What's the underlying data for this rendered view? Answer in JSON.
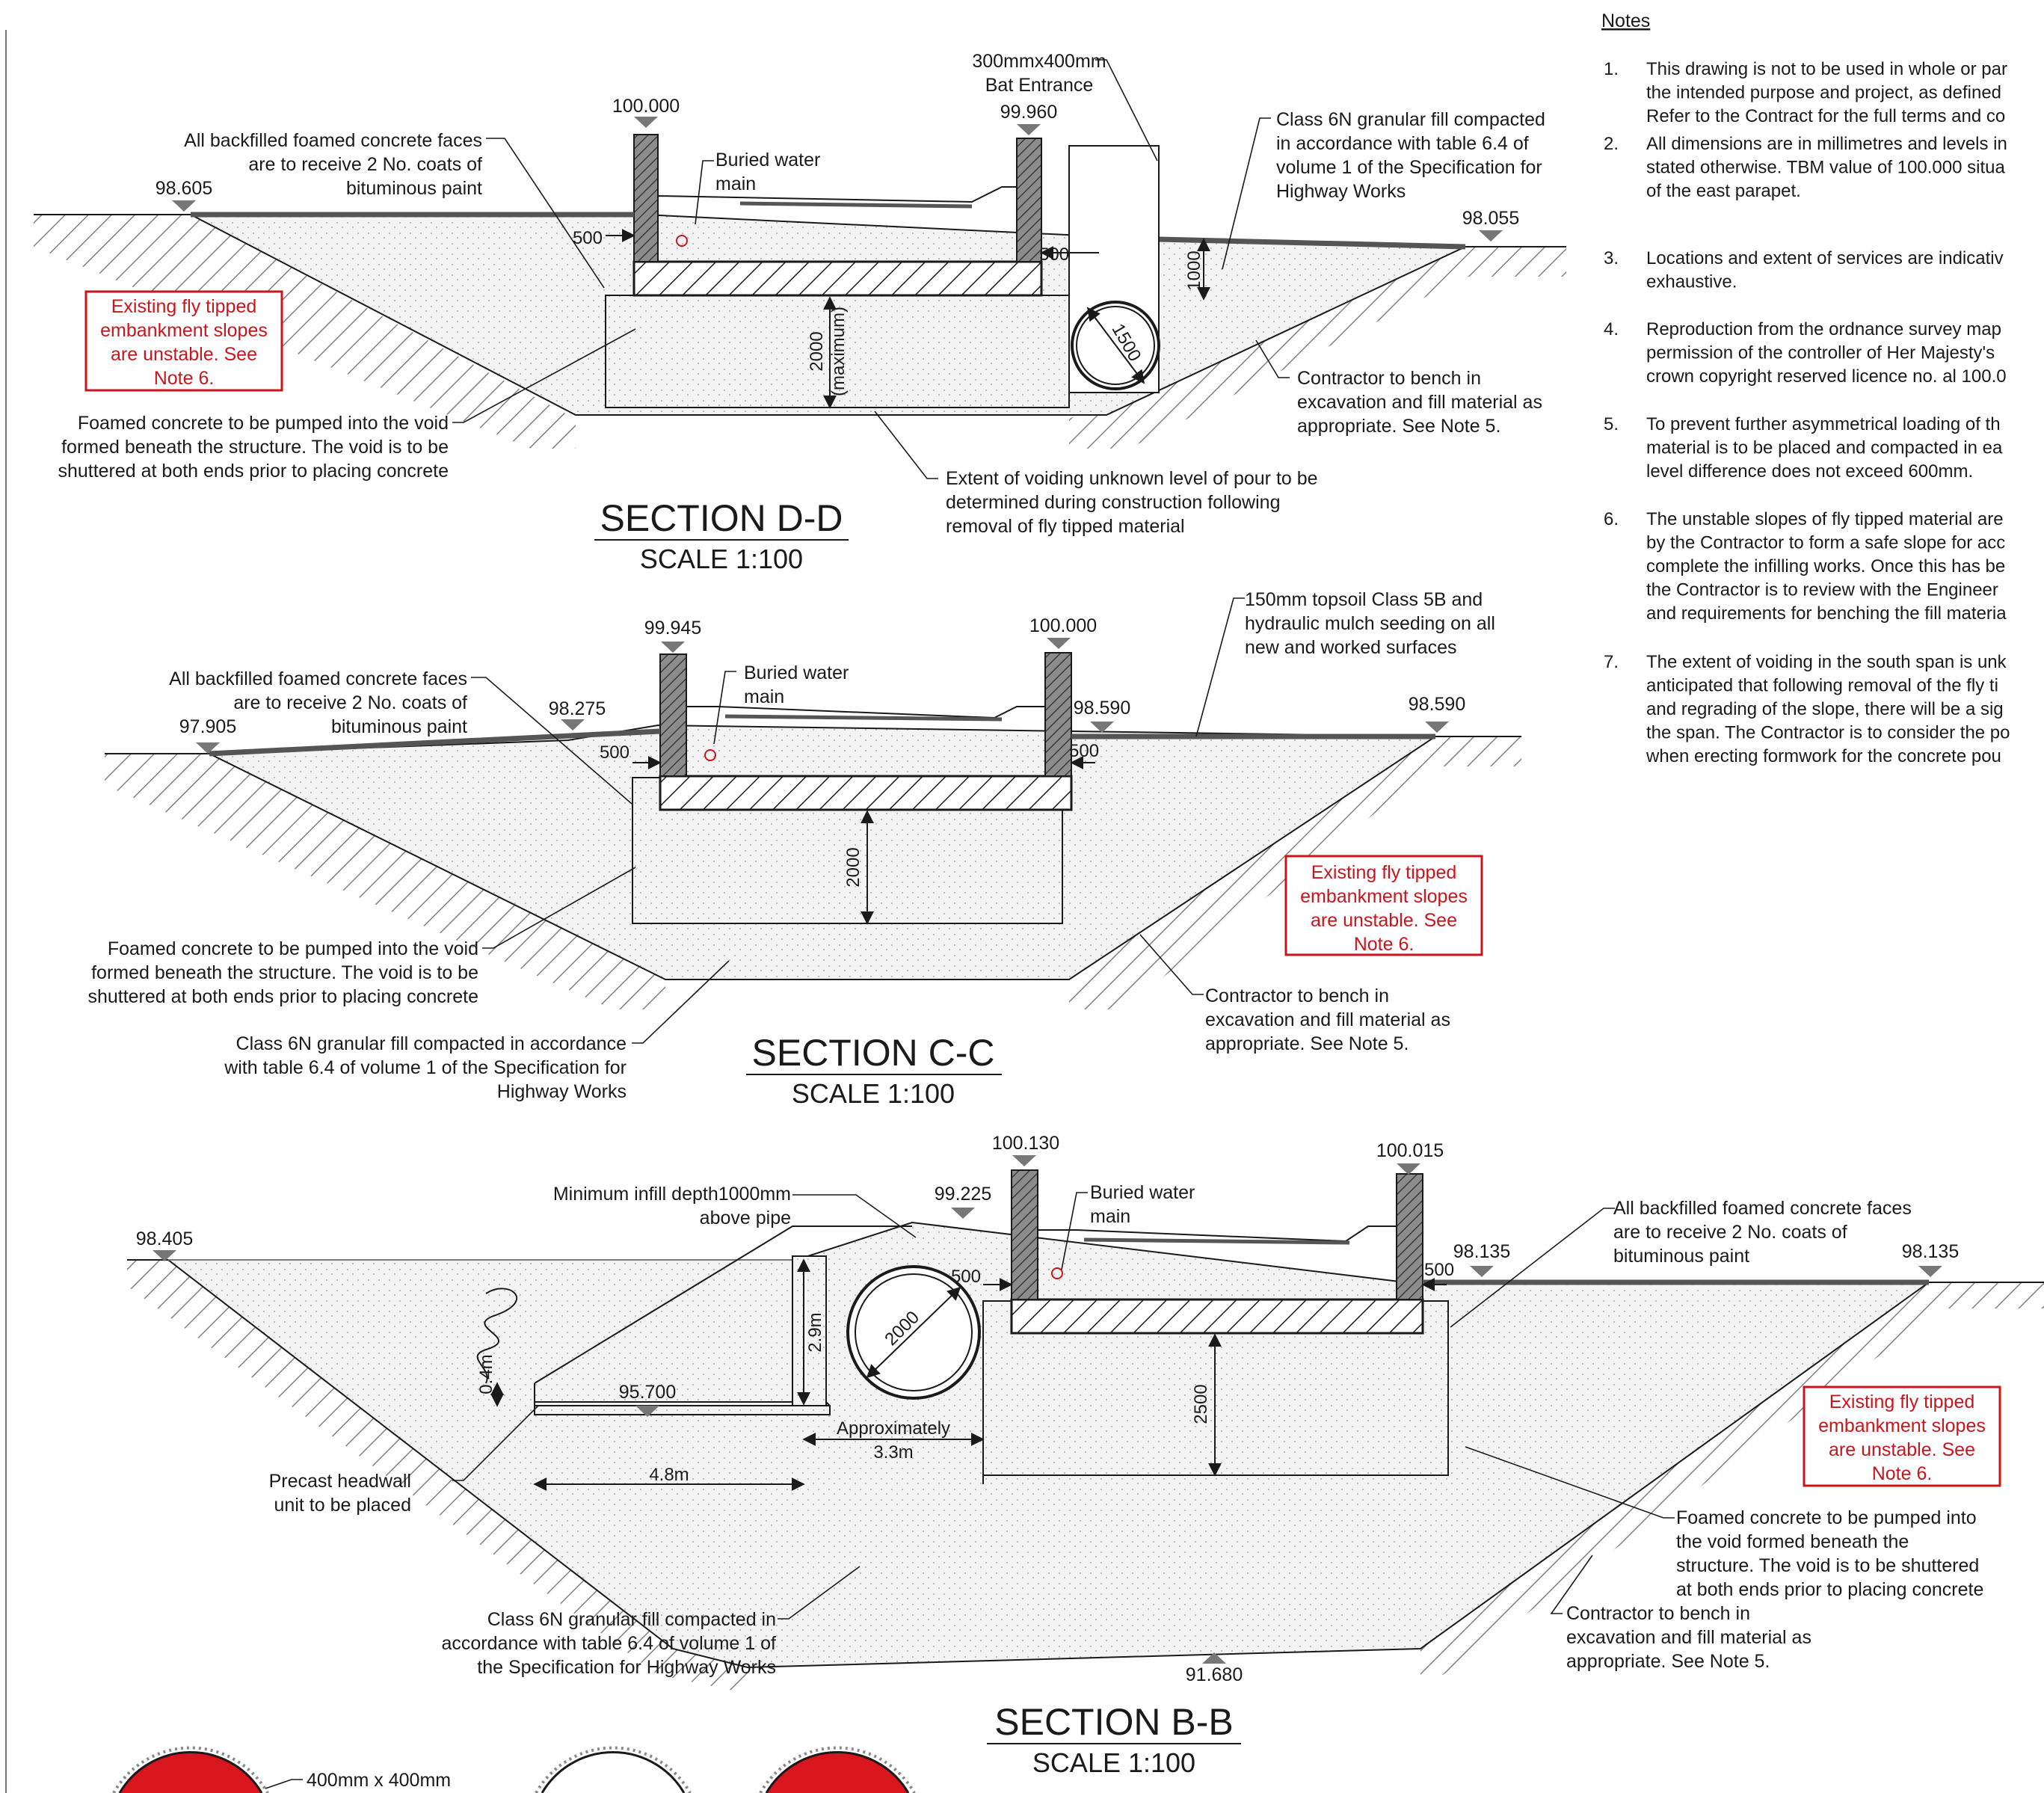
{
  "notes": {
    "title": "Notes",
    "items": [
      {
        "num": "1.",
        "lines": [
          "This drawing is not to be used in whole or par",
          "the intended purpose and project, as defined",
          "Refer to the Contract for the full terms and co"
        ]
      },
      {
        "num": "2.",
        "lines": [
          "All dimensions are in millimetres and levels in",
          "stated otherwise. TBM value of 100.000 situa",
          "of the east parapet."
        ]
      },
      {
        "num": "3.",
        "lines": [
          "Locations and extent of services are indicativ",
          "exhaustive."
        ]
      },
      {
        "num": "4.",
        "lines": [
          "Reproduction from the ordnance survey map",
          "permission of the controller of Her Majesty's",
          "crown copyright reserved licence no. al 100.0"
        ]
      },
      {
        "num": "5.",
        "lines": [
          "To prevent further asymmetrical loading of th",
          "material is to be placed and compacted in ea",
          "level difference does not exceed 600mm."
        ]
      },
      {
        "num": "6.",
        "lines": [
          "The unstable slopes of fly tipped material are",
          "by the Contractor to form a safe slope for acc",
          "complete the infilling works. Once this has be",
          "the Contractor is to review with the Engineer",
          "and requirements for benching the fill materia"
        ]
      },
      {
        "num": "7.",
        "lines": [
          "The extent of voiding in the south span is unk",
          "anticipated that following removal of the fly ti",
          "and regrading of the slope, there will be a sig",
          "the span. The Contractor is to consider the po",
          "when erecting formwork for the concrete pou"
        ]
      }
    ]
  },
  "section_dd": {
    "title": "SECTION D-D",
    "scale": "SCALE 1:100",
    "levels": {
      "left_ground": "98.605",
      "left_wall": "100.000",
      "right_wall": "99.960",
      "right_ground": "98.055"
    },
    "bat_entrance": [
      "300mmx400mm",
      "Bat Entrance"
    ],
    "water_main": [
      "Buried water",
      "main"
    ],
    "paint_note": [
      "All backfilled foamed concrete faces",
      "are to receive 2 No. coats of",
      "bituminous paint"
    ],
    "fill_note": [
      "Class 6N granular fill compacted",
      "in accordance with table 6.4 of",
      "volume 1 of the Specification for",
      "Highway Works"
    ],
    "warning": [
      "Existing fly tipped",
      "embankment slopes",
      "are unstable. See",
      "Note 6."
    ],
    "foamed_note": [
      "Foamed concrete to be pumped into the void",
      "formed beneath the structure. The void is to be",
      "shuttered at both ends prior to placing concrete"
    ],
    "bench_note": [
      "Contractor to bench in",
      "excavation and fill material as",
      "appropriate. See Note 5."
    ],
    "voiding_note": [
      "Extent of voiding unknown level of pour to be",
      "determined during construction following",
      "removal of fly tipped material"
    ],
    "dims": {
      "left_500": "500",
      "right_500": "500",
      "depth": "2000",
      "depth_qual": "(maximum)",
      "pipe": "1500",
      "cover": "1000"
    }
  },
  "section_cc": {
    "title": "SECTION C-C",
    "scale": "SCALE 1:100",
    "levels": {
      "left_ground": "97.905",
      "left_mid": "98.275",
      "left_wall": "99.945",
      "right_wall": "100.000",
      "right_ground_a": "98.590",
      "right_ground_b": "98.590"
    },
    "water_main": [
      "Buried water",
      "main"
    ],
    "paint_note": [
      "All backfilled foamed concrete faces",
      "are to receive 2 No. coats of",
      "bituminous paint"
    ],
    "topsoil_note": [
      "150mm topsoil Class 5B and",
      "hydraulic mulch seeding on all",
      "new and worked surfaces"
    ],
    "warning": [
      "Existing fly tipped",
      "embankment slopes",
      "are unstable. See",
      "Note 6."
    ],
    "foamed_note": [
      "Foamed concrete to be pumped into the void",
      "formed beneath the structure. The void is to be",
      "shuttered at both ends prior to placing concrete"
    ],
    "fill_note": [
      "Class 6N granular fill compacted in accordance",
      "with table 6.4 of volume 1 of the Specification for",
      "Highway Works"
    ],
    "bench_note": [
      "Contractor to bench in",
      "excavation and fill material as",
      "appropriate. See Note 5."
    ],
    "dims": {
      "left_500": "500",
      "right_500": "500",
      "depth": "2000"
    }
  },
  "section_bb": {
    "title": "SECTION B-B",
    "scale": "SCALE 1:100",
    "levels": {
      "left_ground": "98.405",
      "infill": "99.225",
      "left_wall": "100.130",
      "right_wall": "100.015",
      "right_ground_a": "98.135",
      "right_ground_b": "98.135",
      "headwall": "95.700",
      "bottom": "91.680"
    },
    "infill_note": [
      "Minimum infill depth1000mm",
      "above pipe"
    ],
    "water_main": [
      "Buried water",
      "main"
    ],
    "paint_note": [
      "All backfilled foamed concrete faces",
      "are to receive 2 No. coats of",
      "bituminous paint"
    ],
    "warning": [
      "Existing fly tipped",
      "embankment slopes",
      "are unstable. See",
      "Note 6."
    ],
    "foamed_note": [
      "Foamed concrete to be pumped into",
      "the void formed beneath the",
      "structure. The void is to be shuttered",
      "at both ends prior to placing concrete"
    ],
    "bench_note": [
      "Contractor to bench in",
      "excavation and fill material as",
      "appropriate. See Note 5."
    ],
    "headwall_note": [
      "Precast headwall",
      "unit to be placed"
    ],
    "fill_note": [
      "Class 6N granular fill compacted in",
      "accordance with table 6.4 of volume 1 of",
      "the Specification for Highway Works"
    ],
    "dims": {
      "left_500": "500",
      "right_500": "500",
      "depth": "2500",
      "pipe": "2000",
      "height": "2.9m",
      "step": "0.4m",
      "length": "4.8m",
      "approx": "Approximately",
      "approx_len": "3.3m"
    }
  },
  "footer": {
    "bat_label": "400mm x 400mm"
  },
  "colors": {
    "line": "#1a1a1a",
    "warning": "#c8161d",
    "fill": "#f4f4f4"
  }
}
